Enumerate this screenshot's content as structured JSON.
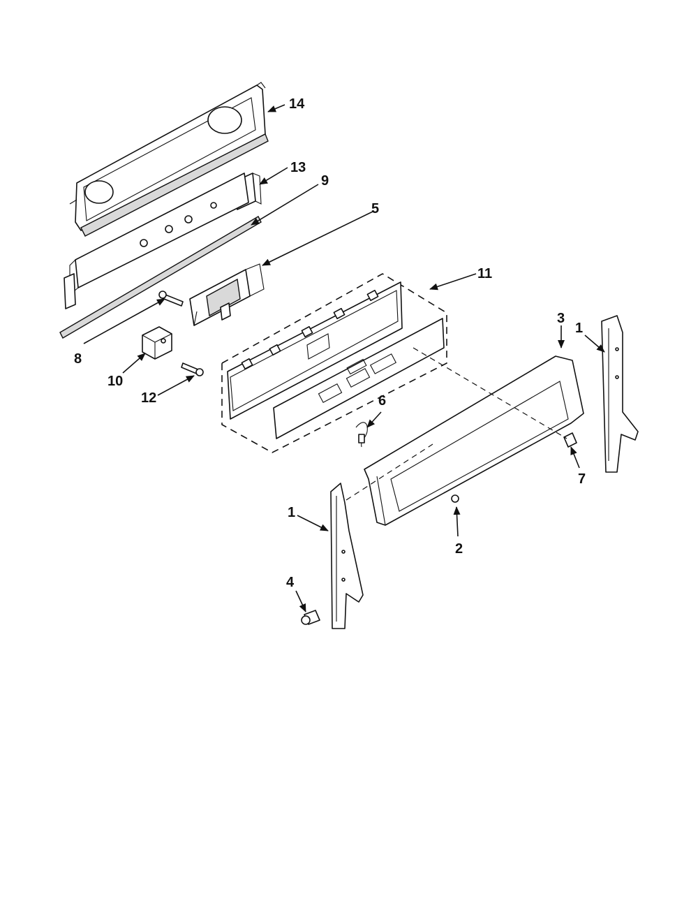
{
  "callouts": [
    {
      "id": "14",
      "label": "14"
    },
    {
      "id": "13",
      "label": "13"
    },
    {
      "id": "9",
      "label": "9"
    },
    {
      "id": "5",
      "label": "5"
    },
    {
      "id": "11",
      "label": "11"
    },
    {
      "id": "8",
      "label": "8"
    },
    {
      "id": "10",
      "label": "10"
    },
    {
      "id": "12",
      "label": "12"
    },
    {
      "id": "3",
      "label": "3"
    },
    {
      "id": "1-right",
      "label": "1"
    },
    {
      "id": "6",
      "label": "6"
    },
    {
      "id": "7",
      "label": "7"
    },
    {
      "id": "1-left",
      "label": "1"
    },
    {
      "id": "2",
      "label": "2"
    },
    {
      "id": "4",
      "label": "4"
    }
  ],
  "colors": {
    "line": "#111111",
    "background": "#ffffff",
    "shade": "#d9d9d9"
  }
}
